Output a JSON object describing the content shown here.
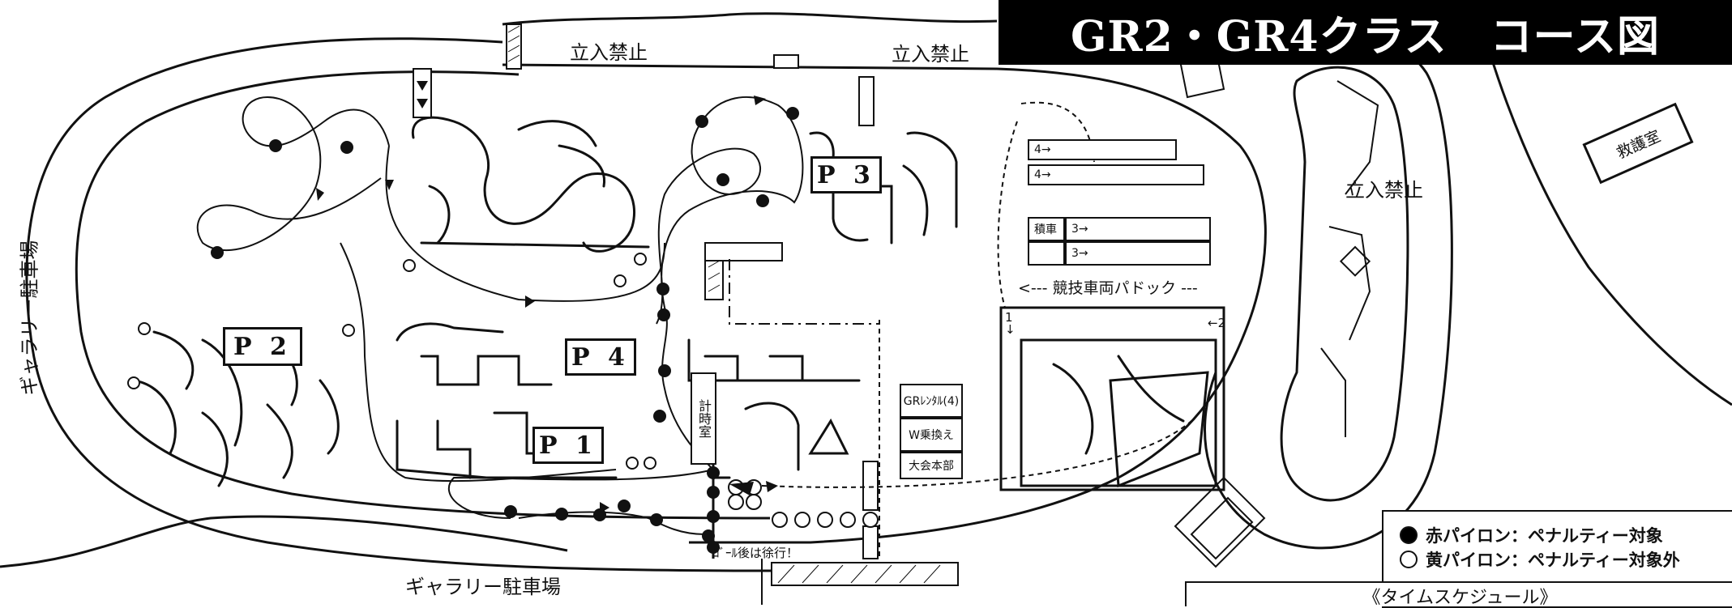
{
  "title": "GR2・GR4クラス　コース図",
  "labels": {
    "no_entry_top_left": "立入禁止",
    "no_entry_top_right": "立入禁止",
    "no_entry_right": "立入禁止",
    "first_aid": "救護室",
    "gallery_parking_left": "ギャラリー駐車場",
    "gallery_parking_bottom": "ギャラリー駐車場",
    "paddock": "<--- 競技車両パドック ---",
    "timing_room": "計時室",
    "goal_note": "ｺﾞｰﾙ後は徐行！",
    "lane_arrow_right": "←2",
    "lane_arrow_left": "1\n↓"
  },
  "pylons": {
    "P1": "P 1",
    "P2": "P 2",
    "P3": "P 3",
    "P4": "P 4"
  },
  "paddock_lanes": [
    {
      "label": "4→"
    },
    {
      "label": "4→"
    },
    {
      "label": "積車"
    },
    {
      "label": "3→"
    },
    {
      "label": "3→"
    }
  ],
  "hq_boxes": {
    "rental": "GRﾚﾝﾀﾙ(4)",
    "driver_change": "W乗換え",
    "hq": "大会本部"
  },
  "legend": {
    "red_pylon": "赤パイロン：ペナルティー対象",
    "yellow_pylon": "黄パイロン：ペナルティー対象外"
  },
  "schedule_heading": "《タイムスケジュール》",
  "colors": {
    "ink": "#111111",
    "title_bg": "#000000",
    "title_text": "#ffffff"
  }
}
